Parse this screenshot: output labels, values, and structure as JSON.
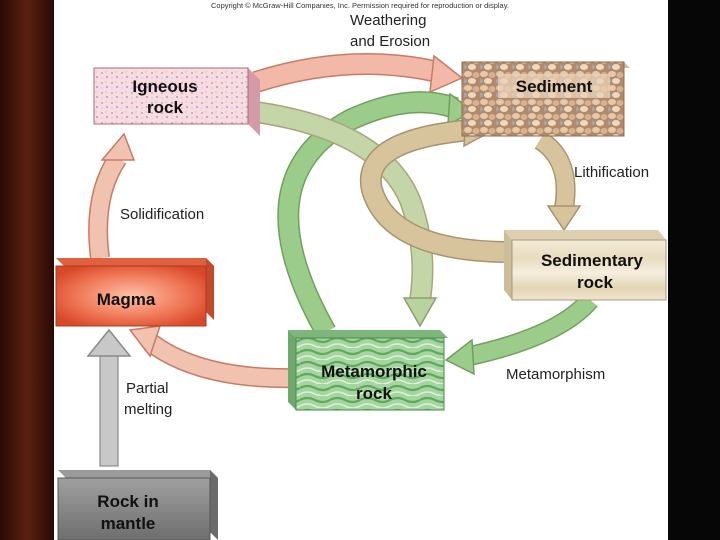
{
  "copyright": "Copyright © McGraw-Hill Companies, Inc. Permission required for reproduction or display.",
  "nodes": {
    "igneous": {
      "line1": "Igneous",
      "line2": "rock"
    },
    "sediment": {
      "line1": "Sediment"
    },
    "sedimentary": {
      "line1": "Sedimentary",
      "line2": "rock"
    },
    "metamorphic": {
      "line1": "Metamorphic",
      "line2": "rock"
    },
    "magma": {
      "line1": "Magma"
    },
    "mantle": {
      "line1": "Rock in",
      "line2": "mantle"
    }
  },
  "processes": {
    "weathering": {
      "line1": "Weathering",
      "line2": "and Erosion"
    },
    "lithification": "Lithification",
    "solidification": "Solidification",
    "metamorphism": "Metamorphism",
    "melting": {
      "line1": "Partial",
      "line2": "melting"
    }
  },
  "colors": {
    "background": "#ffffff",
    "frame_left": "#3a1208",
    "frame_right": "#050505",
    "arrow_pink": "#f2b9a8",
    "arrow_green": "#9ccc8a",
    "arrow_tan": "#d8c49c",
    "arrow_gray": "#b8b8b8",
    "magma": "#ee7050",
    "igneous": "#f4d6dc",
    "sediment": "#c8a888",
    "sedimentary": "#efe4cd",
    "metamorphic": "#8fc98e",
    "mantle": "#8c8c8c"
  }
}
